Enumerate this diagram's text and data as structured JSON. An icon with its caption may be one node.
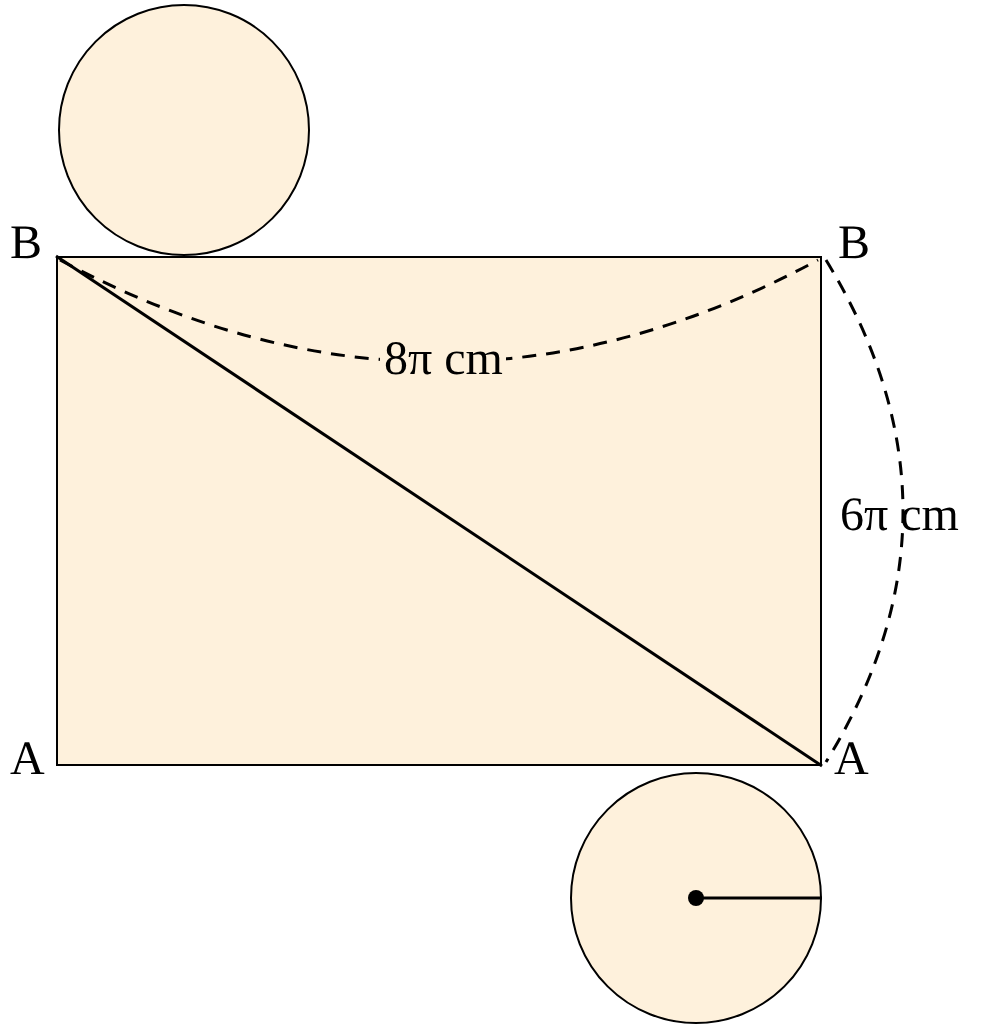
{
  "diagram": {
    "nodes": [
      {
        "text": [],
        "shape": "box"
      },
      {
        "text": [],
        "shape": "circle"
      },
      {
        "text": [],
        "shape": "circle"
      }
    ],
    "labels": [
      "B",
      "B",
      "8π cm",
      "6π cm",
      "A",
      "A"
    ]
  }
}
